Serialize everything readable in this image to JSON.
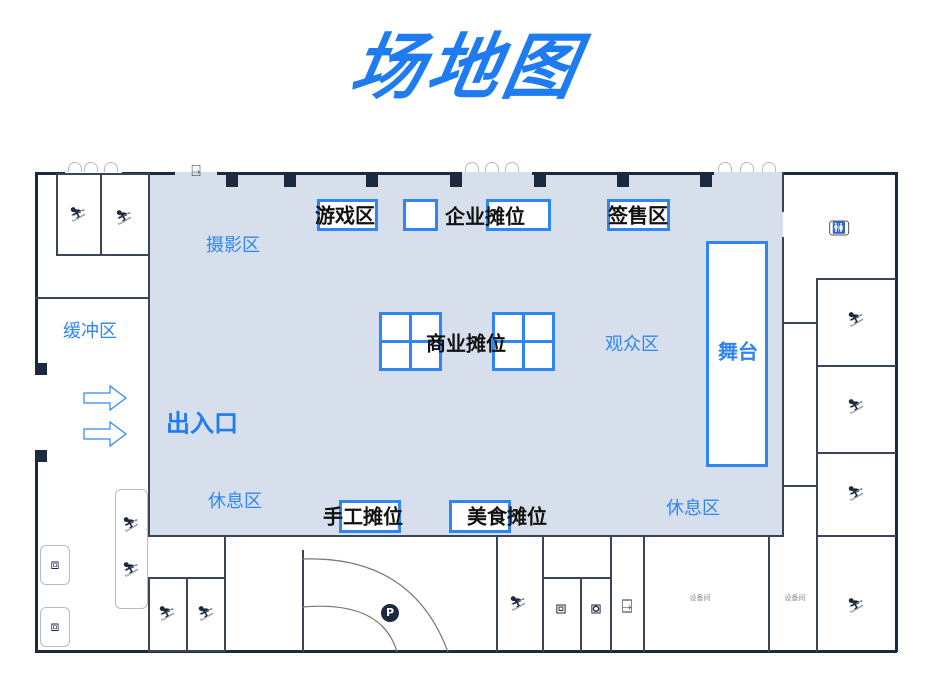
{
  "title": "场地图",
  "zones": {
    "photo": "摄影区",
    "game": "游戏区",
    "enterprise": "企业摊位",
    "signing": "签售区",
    "buffer": "缓冲区",
    "commercial": "商业摊位",
    "audience": "观众区",
    "stage": "舞台",
    "entrance": "出入口",
    "rest_left": "休息区",
    "rest_right": "休息区",
    "handcraft": "手工摊位",
    "food": "美食摊位"
  },
  "rooms": {
    "equipment_1": "设备间",
    "equipment_2": "设备间"
  },
  "icons": [
    "stairs-icon",
    "restroom-icon",
    "elevator-icon",
    "emergency-exit-icon",
    "parking-icon",
    "escalator-icon",
    "entrance-arrow-icon"
  ],
  "colors": {
    "accent": "#1e7bf0",
    "hall": "#d8dfec",
    "wall": "#1c2a40"
  }
}
